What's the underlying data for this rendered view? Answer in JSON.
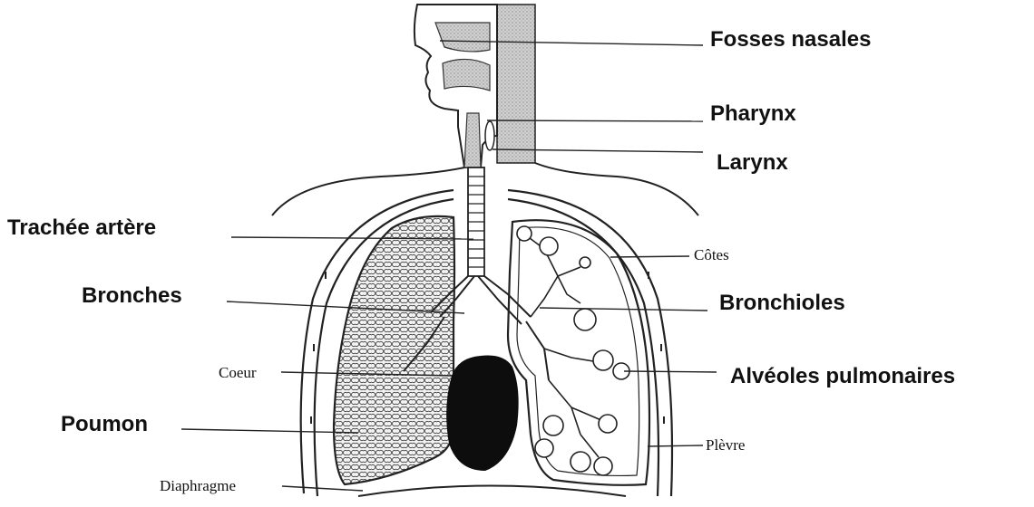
{
  "labels": {
    "fosses_nasales": "Fosses nasales",
    "pharynx": "Pharynx",
    "larynx": "Larynx",
    "trachee": "Trachée artère",
    "bronches": "Bronches",
    "bronchioles": "Bronchioles",
    "alveoles": "Alvéoles pulmonaires",
    "poumon": "Poumon",
    "cotes": "Côtes",
    "coeur": "Coeur",
    "plevre": "Plèvre",
    "diaphragme": "Diaphragme"
  },
  "colors": {
    "ink": "#111111",
    "stipple": "#b8b8b8",
    "lung_fill": "#e6e6e6",
    "heart": "#0d0d0d"
  }
}
